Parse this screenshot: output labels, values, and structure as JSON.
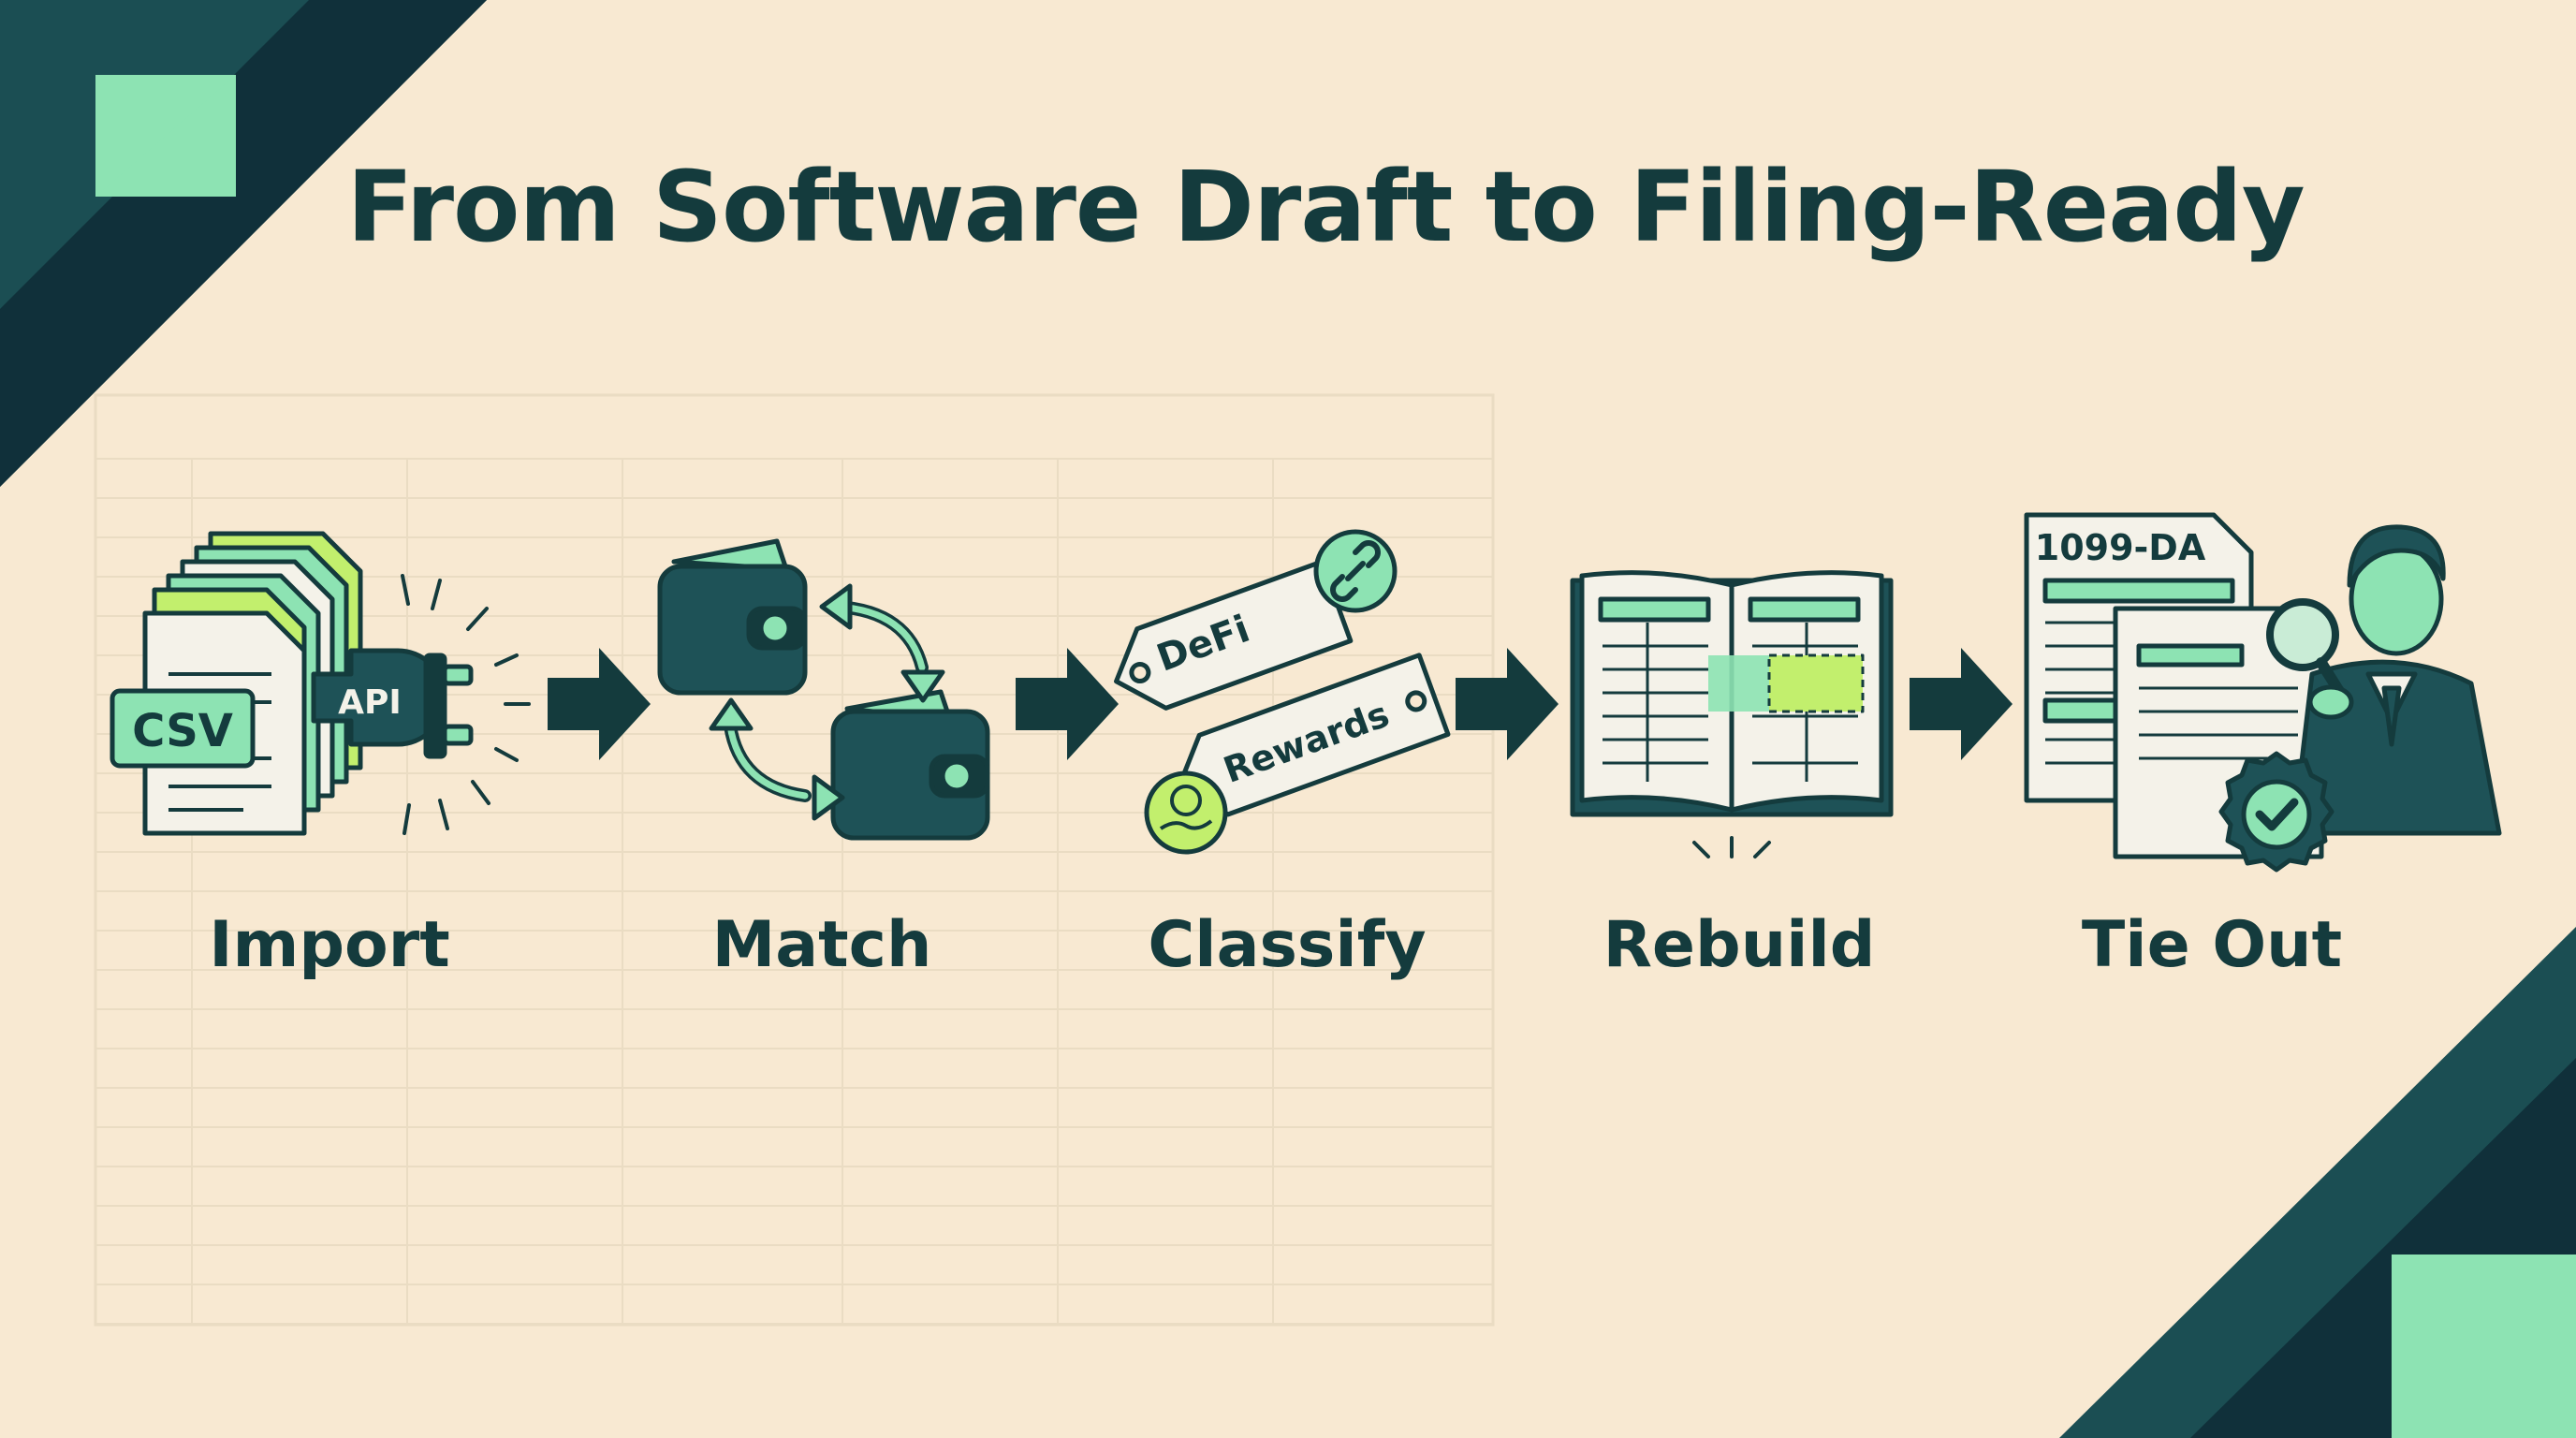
{
  "title": "From Software Draft to Filing-Ready",
  "colors": {
    "background": "#f8e9d2",
    "dark_teal": "#143b3d",
    "mint": "#8de3b3",
    "lime": "#c2ef6d",
    "grid_line": "#eadcc3"
  },
  "steps": [
    {
      "label": "Import",
      "icon": "csv-api-import-icon"
    },
    {
      "label": "Match",
      "icon": "wallet-match-icon"
    },
    {
      "label": "Classify",
      "icon": "tag-classify-icon"
    },
    {
      "label": "Rebuild",
      "icon": "ledger-book-icon"
    },
    {
      "label": "Tie Out",
      "icon": "accountant-review-icon"
    }
  ],
  "icon_text": {
    "csv": "CSV",
    "api": "API",
    "defi": "DeFi",
    "rewards": "Rewards",
    "form": "1099-DA"
  }
}
